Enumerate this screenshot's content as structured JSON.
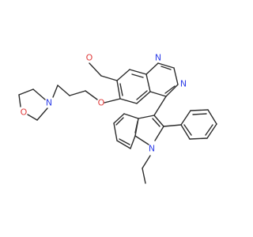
{
  "molecule": {
    "colors": {
      "bond": "#2b2b2b",
      "oxygen": "#e03c3c",
      "nitrogen": "#2f3fe8",
      "carbon": "#2b2b2b"
    },
    "labels": {
      "methoxy_o": "O",
      "quinazoline_n1": "N",
      "quinazoline_n3": "N",
      "ether_o": "O",
      "morpholine_n": "N",
      "morpholine_o": "O",
      "indole_n": "N"
    }
  }
}
